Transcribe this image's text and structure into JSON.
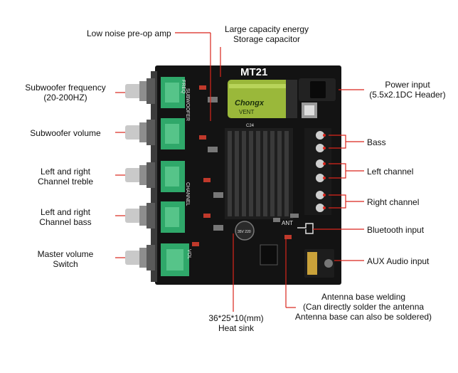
{
  "labels": {
    "preop": "Low noise pre-op amp",
    "capacitor_l1": "Large capacity energy",
    "capacitor_l2": "Storage capacitor",
    "power_l1": "Power input",
    "power_l2": "(5.5x2.1DC Header)",
    "sub_freq_l1": "Subwoofer frequency",
    "sub_freq_l2": "(20-200HZ)",
    "sub_vol": "Subwoofer volume",
    "treble_l1": "Left and right",
    "treble_l2": "Channel treble",
    "bass_l1": "Left and right",
    "bass_l2": "Channel bass",
    "master_l1": "Master volume",
    "master_l2": "Switch",
    "bass_out": "Bass",
    "left_ch": "Left channel",
    "right_ch": "Right channel",
    "bluetooth": "Bluetooth input",
    "aux": "AUX Audio input",
    "antenna_l1": "Antenna base welding",
    "antenna_l2": "(Can directly solder the antenna",
    "antenna_l3": "Antenna base can also be soldered)",
    "heatsink_l1": "36*25*10(mm)",
    "heatsink_l2": "Heat sink"
  },
  "board": {
    "model": "MT21",
    "cap_brand": "Chongx",
    "cap_vent": "VENT",
    "silk_sub": "SUBWOOFER",
    "silk_freq": "FREQ",
    "silk_channel": "CHANNEL",
    "silk_vol": "VOL",
    "silk_ant": "ANT",
    "silk_c24": "C24",
    "silk_cap_small": "35V 220"
  },
  "colors": {
    "board": "#121212",
    "pot": "#2fa86a",
    "leader": "#d9251c",
    "terminal": "#1a1a1a"
  }
}
